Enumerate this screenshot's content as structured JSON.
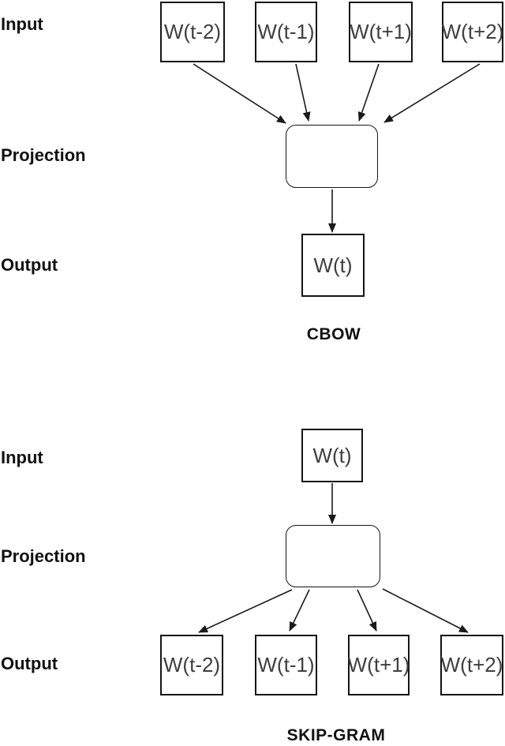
{
  "cbow": {
    "stage_input": "Input",
    "stage_projection": "Projection",
    "stage_output": "Output",
    "inputs": [
      "W(t-2)",
      "W(t-1)",
      "W(t+1)",
      "W(t+2)"
    ],
    "output": "W(t)",
    "caption": "CBOW"
  },
  "skipgram": {
    "stage_input": "Input",
    "stage_projection": "Projection",
    "stage_output": "Output",
    "input": "W(t)",
    "outputs": [
      "W(t-2)",
      "W(t-1)",
      "W(t+1)",
      "W(t+2)"
    ],
    "caption": "SKIP-GRAM"
  },
  "colors": {
    "background": "#ffffff",
    "line": "#1a1a1a",
    "box_border": "#141414",
    "box_text": "#3f3f3f",
    "label_text": "#111111"
  }
}
